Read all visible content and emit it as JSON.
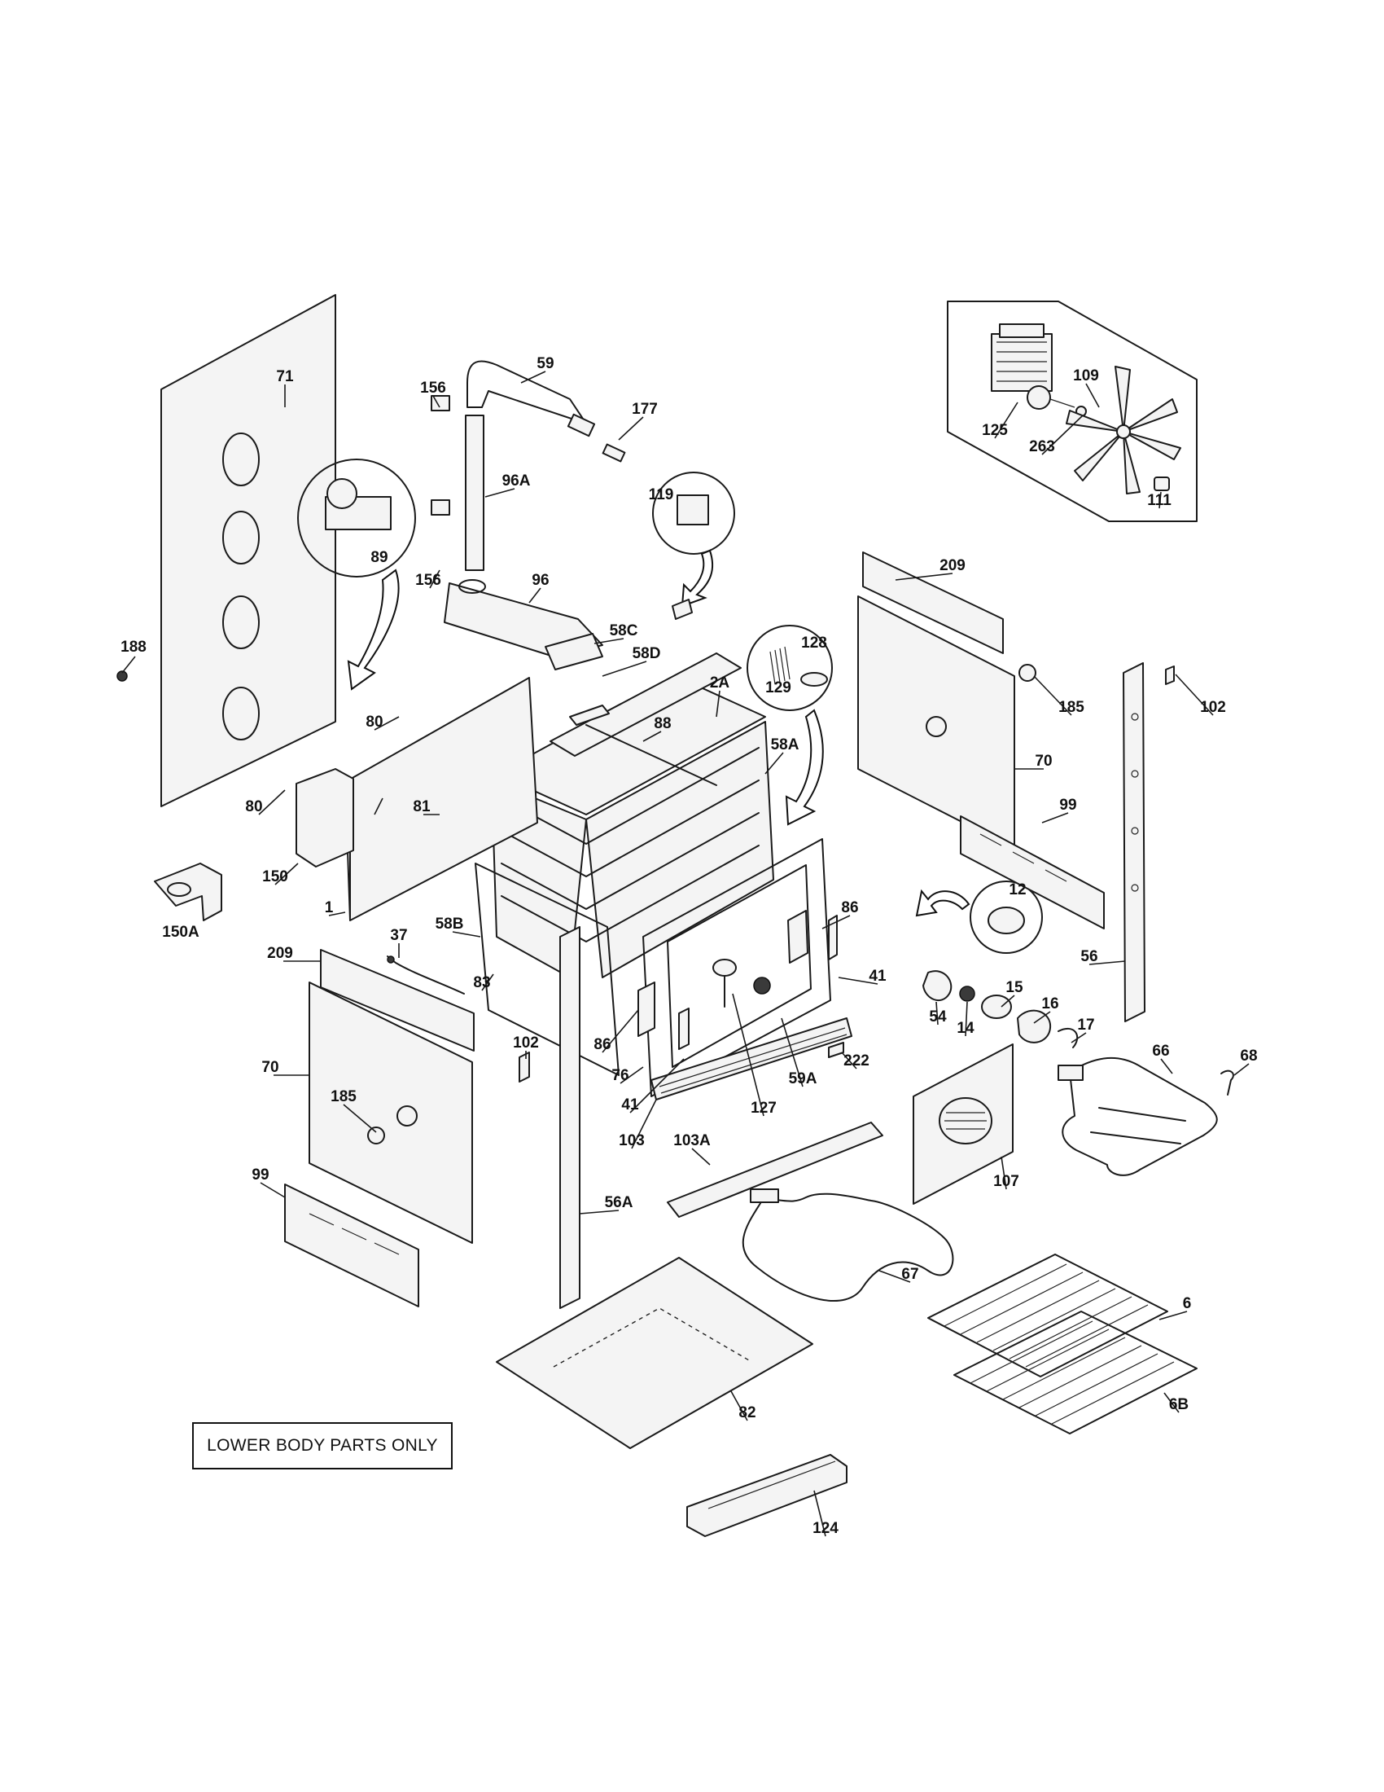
{
  "note": {
    "text": "LOWER BODY PARTS ONLY"
  },
  "callouts": [
    {
      "id": "71",
      "text": "71"
    },
    {
      "id": "59",
      "text": "59"
    },
    {
      "id": "156a",
      "text": "156"
    },
    {
      "id": "177",
      "text": "177"
    },
    {
      "id": "96A",
      "text": "96A"
    },
    {
      "id": "156b",
      "text": "156"
    },
    {
      "id": "89",
      "text": "89"
    },
    {
      "id": "96",
      "text": "96"
    },
    {
      "id": "119",
      "text": "119"
    },
    {
      "id": "58C",
      "text": "58C"
    },
    {
      "id": "58D",
      "text": "58D"
    },
    {
      "id": "2A",
      "text": "2A"
    },
    {
      "id": "188",
      "text": "188"
    },
    {
      "id": "80a",
      "text": "80"
    },
    {
      "id": "88",
      "text": "88"
    },
    {
      "id": "58A",
      "text": "58A"
    },
    {
      "id": "128",
      "text": "128"
    },
    {
      "id": "129",
      "text": "129"
    },
    {
      "id": "80b",
      "text": "80"
    },
    {
      "id": "81",
      "text": "81"
    },
    {
      "id": "150",
      "text": "150"
    },
    {
      "id": "150A",
      "text": "150A"
    },
    {
      "id": "1",
      "text": "1"
    },
    {
      "id": "58B",
      "text": "58B"
    },
    {
      "id": "37",
      "text": "37"
    },
    {
      "id": "209a",
      "text": "209"
    },
    {
      "id": "83",
      "text": "83"
    },
    {
      "id": "86a",
      "text": "86"
    },
    {
      "id": "41a",
      "text": "41"
    },
    {
      "id": "86b",
      "text": "86"
    },
    {
      "id": "76",
      "text": "76"
    },
    {
      "id": "41b",
      "text": "41"
    },
    {
      "id": "102a",
      "text": "102"
    },
    {
      "id": "127",
      "text": "127"
    },
    {
      "id": "59A",
      "text": "59A"
    },
    {
      "id": "222",
      "text": "222"
    },
    {
      "id": "103",
      "text": "103"
    },
    {
      "id": "103A",
      "text": "103A"
    },
    {
      "id": "70a",
      "text": "70"
    },
    {
      "id": "185a",
      "text": "185"
    },
    {
      "id": "99a",
      "text": "99"
    },
    {
      "id": "56A",
      "text": "56A"
    },
    {
      "id": "82",
      "text": "82"
    },
    {
      "id": "124",
      "text": "124"
    },
    {
      "id": "67",
      "text": "67"
    },
    {
      "id": "125",
      "text": "125"
    },
    {
      "id": "109",
      "text": "109"
    },
    {
      "id": "263",
      "text": "263"
    },
    {
      "id": "111",
      "text": "111"
    },
    {
      "id": "209b",
      "text": "209"
    },
    {
      "id": "185b",
      "text": "185"
    },
    {
      "id": "102b",
      "text": "102"
    },
    {
      "id": "70b",
      "text": "70"
    },
    {
      "id": "99b",
      "text": "99"
    },
    {
      "id": "12",
      "text": "12"
    },
    {
      "id": "56",
      "text": "56"
    },
    {
      "id": "54",
      "text": "54"
    },
    {
      "id": "14",
      "text": "14"
    },
    {
      "id": "15",
      "text": "15"
    },
    {
      "id": "16",
      "text": "16"
    },
    {
      "id": "17",
      "text": "17"
    },
    {
      "id": "66",
      "text": "66"
    },
    {
      "id": "68",
      "text": "68"
    },
    {
      "id": "107",
      "text": "107"
    },
    {
      "id": "6",
      "text": "6"
    },
    {
      "id": "6B",
      "text": "6B"
    }
  ]
}
